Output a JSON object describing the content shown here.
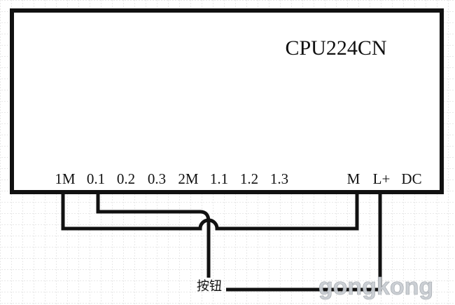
{
  "plc": {
    "model": "CPU224CN",
    "terminals": [
      {
        "id": "1M",
        "label": "1M"
      },
      {
        "id": "0.1",
        "label": "0.1"
      },
      {
        "id": "0.2",
        "label": "0.2"
      },
      {
        "id": "0.3",
        "label": "0.3"
      },
      {
        "id": "2M",
        "label": "2M"
      },
      {
        "id": "1.1",
        "label": "1.1"
      },
      {
        "id": "1.2",
        "label": "1.2"
      },
      {
        "id": "1.3",
        "label": "1.3"
      },
      {
        "id": "M",
        "label": "M"
      },
      {
        "id": "Lplus",
        "label": "L+"
      },
      {
        "id": "DC",
        "label": "DC"
      }
    ]
  },
  "button_label": "按钮",
  "watermark": "gongkong",
  "colors": {
    "line": "#111111",
    "grid": "#d2d2d2",
    "background": "#ffffff",
    "watermark": "#c9cdd2"
  }
}
